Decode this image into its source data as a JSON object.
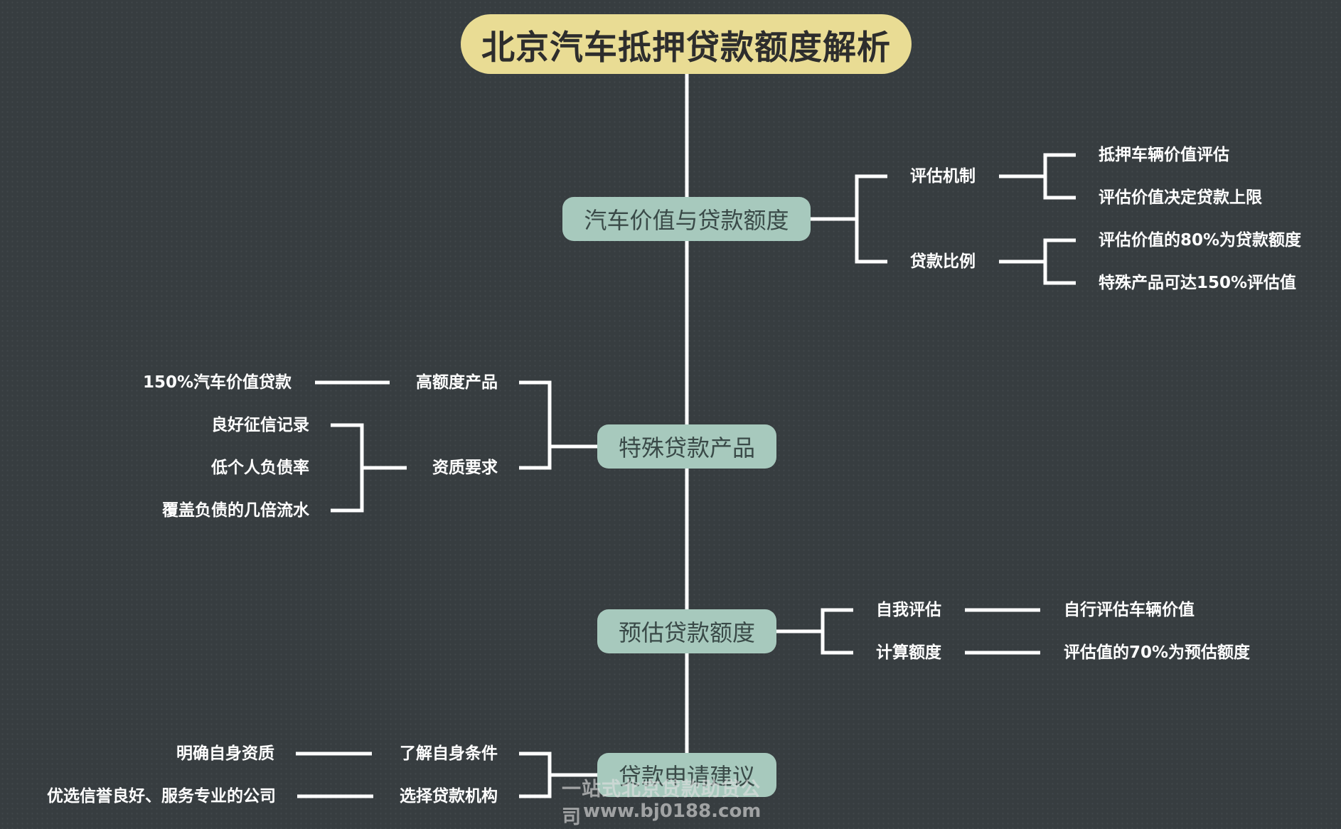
{
  "title": "北京汽车抵押贷款额度解析",
  "branches": [
    {
      "label": "汽车价值与贷款额度",
      "children": [
        {
          "label": "评估机制",
          "children": [
            "抵押车辆价值评估",
            "评估价值决定贷款上限"
          ]
        },
        {
          "label": "贷款比例",
          "children": [
            "评估价值的80%为贷款额度",
            "特殊产品可达150%评估值"
          ]
        }
      ]
    },
    {
      "label": "特殊贷款产品",
      "children": [
        {
          "label": "高额度产品",
          "children": [
            "150%汽车价值贷款"
          ]
        },
        {
          "label": "资质要求",
          "children": [
            "良好征信记录",
            "低个人负债率",
            "覆盖负债的几倍流水"
          ]
        }
      ]
    },
    {
      "label": "预估贷款额度",
      "children": [
        {
          "label": "自我评估",
          "children": [
            "自行评估车辆价值"
          ]
        },
        {
          "label": "计算额度",
          "children": [
            "评估值的70%为预估额度"
          ]
        }
      ]
    },
    {
      "label": "贷款申请建议",
      "children": [
        {
          "label": "了解自身条件",
          "children": [
            "明确自身资质"
          ]
        },
        {
          "label": "选择贷款机构",
          "children": [
            "优选信誉良好、服务专业的公司"
          ]
        }
      ]
    }
  ],
  "watermark": {
    "line1": "一站式北京贷款助贷公司",
    "line2": "www.bj0188.com"
  }
}
